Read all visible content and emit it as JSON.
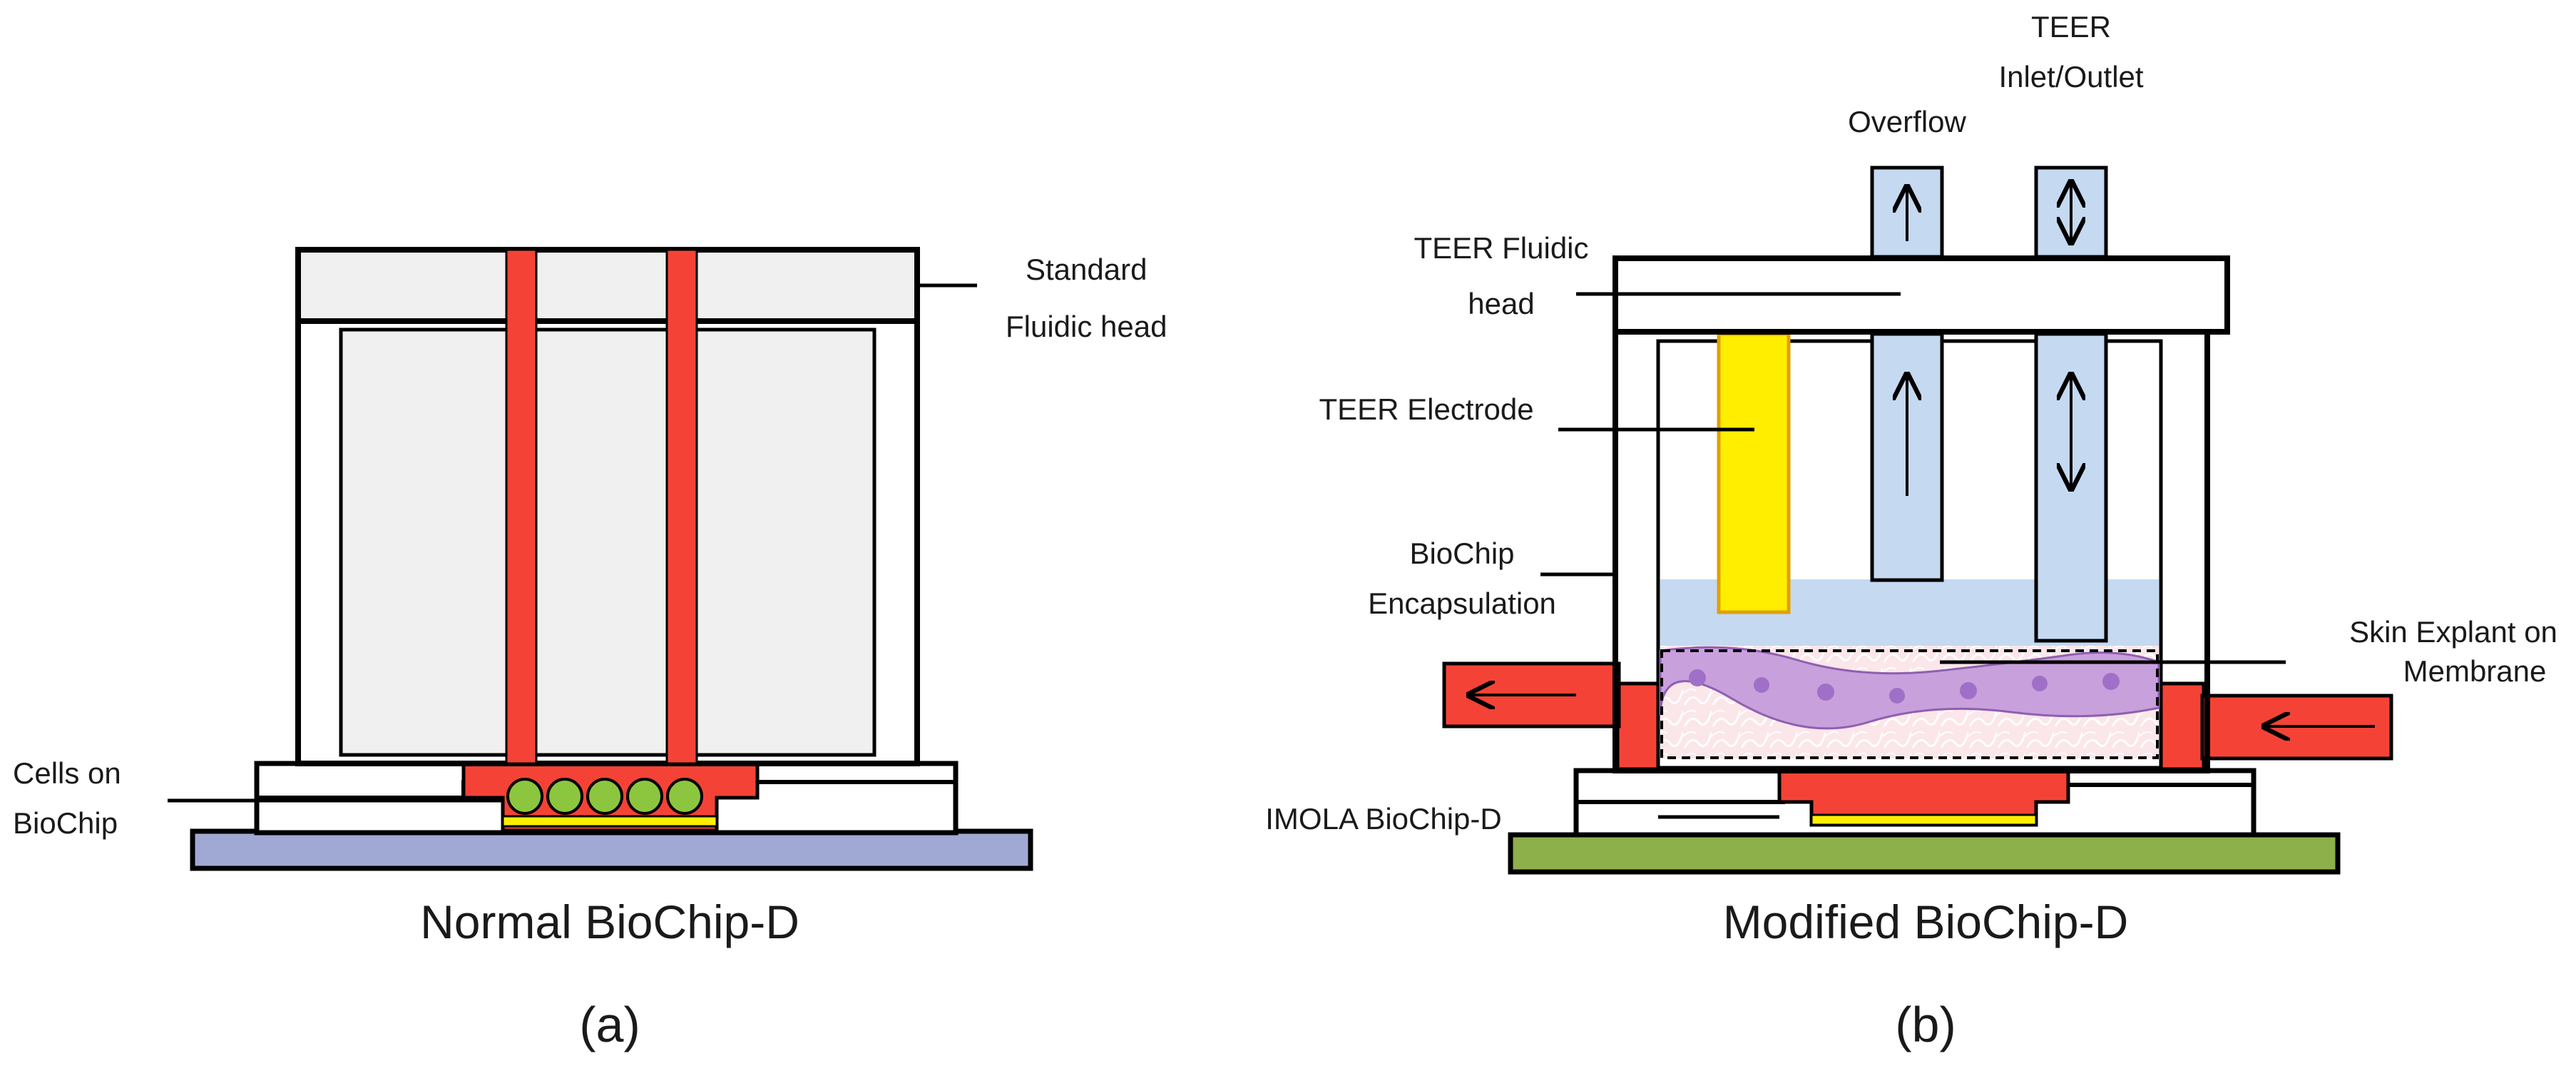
{
  "panel_a": {
    "caption": "Normal BioChip-D",
    "letter": "(a)",
    "labels": {
      "standard_fluidic_head": [
        "Standard",
        "Fluidic head"
      ],
      "cells_on_biochip": [
        "Cells on",
        "BioChip"
      ]
    },
    "colors": {
      "head_fill": "#f0f0f0",
      "channel": "#f44336",
      "cell": "#8cc63f",
      "membrane": "#ffee00",
      "base": "#9fa9d3"
    }
  },
  "panel_b": {
    "caption": "Modified BioChip-D",
    "letter": "(b)",
    "labels": {
      "overflow": "Overflow",
      "teer_inlet_outlet": [
        "TEER",
        "Inlet/Outlet"
      ],
      "teer_fluidic_head": [
        "TEER Fluidic",
        "head"
      ],
      "teer_electrode": "TEER Electrode",
      "biochip_encapsulation": [
        "BioChip",
        "Encapsulation"
      ],
      "skin_explant": [
        "Skin Explant on",
        "Membrane"
      ],
      "imola_biochip": "IMOLA BioChip-D"
    },
    "colors": {
      "tube": "#c5d9f1",
      "medium": "#c5d9f1",
      "electrode": "#ffee00",
      "channel": "#f44336",
      "tissue": "#c8a0dc",
      "base": "#8db04a"
    }
  }
}
